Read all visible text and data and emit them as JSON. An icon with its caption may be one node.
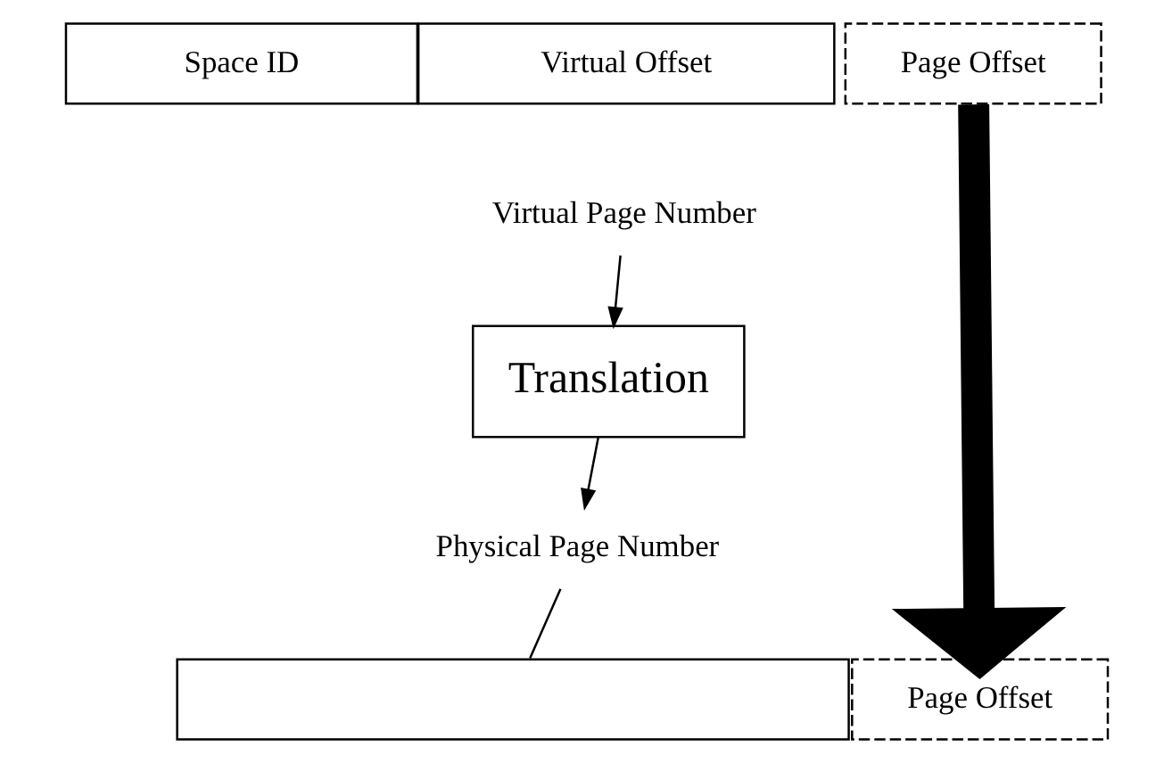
{
  "diagram": {
    "nodes": [
      {
        "text": [
          "Space ID"
        ]
      },
      {
        "text": [
          "Virtual Offset"
        ]
      },
      {
        "text": [
          "Page Offset"
        ]
      },
      {
        "text": [
          "Virtual Page Number"
        ]
      },
      {
        "text": [
          "Translation"
        ]
      },
      {
        "text": [
          "Physical Page Number"
        ]
      },
      {
        "text": [],
        "shape": "box"
      },
      {
        "text": [
          "Page Offset"
        ]
      }
    ],
    "edges": [
      {
        "from": 3,
        "to": 4,
        "arrow": "to"
      },
      {
        "from": 4,
        "to": 5,
        "arrow": "to"
      },
      {
        "from": 5,
        "to": 6,
        "arrow": "none"
      },
      {
        "from": 2,
        "to": 7,
        "arrow": "to",
        "style": "thick"
      }
    ]
  }
}
